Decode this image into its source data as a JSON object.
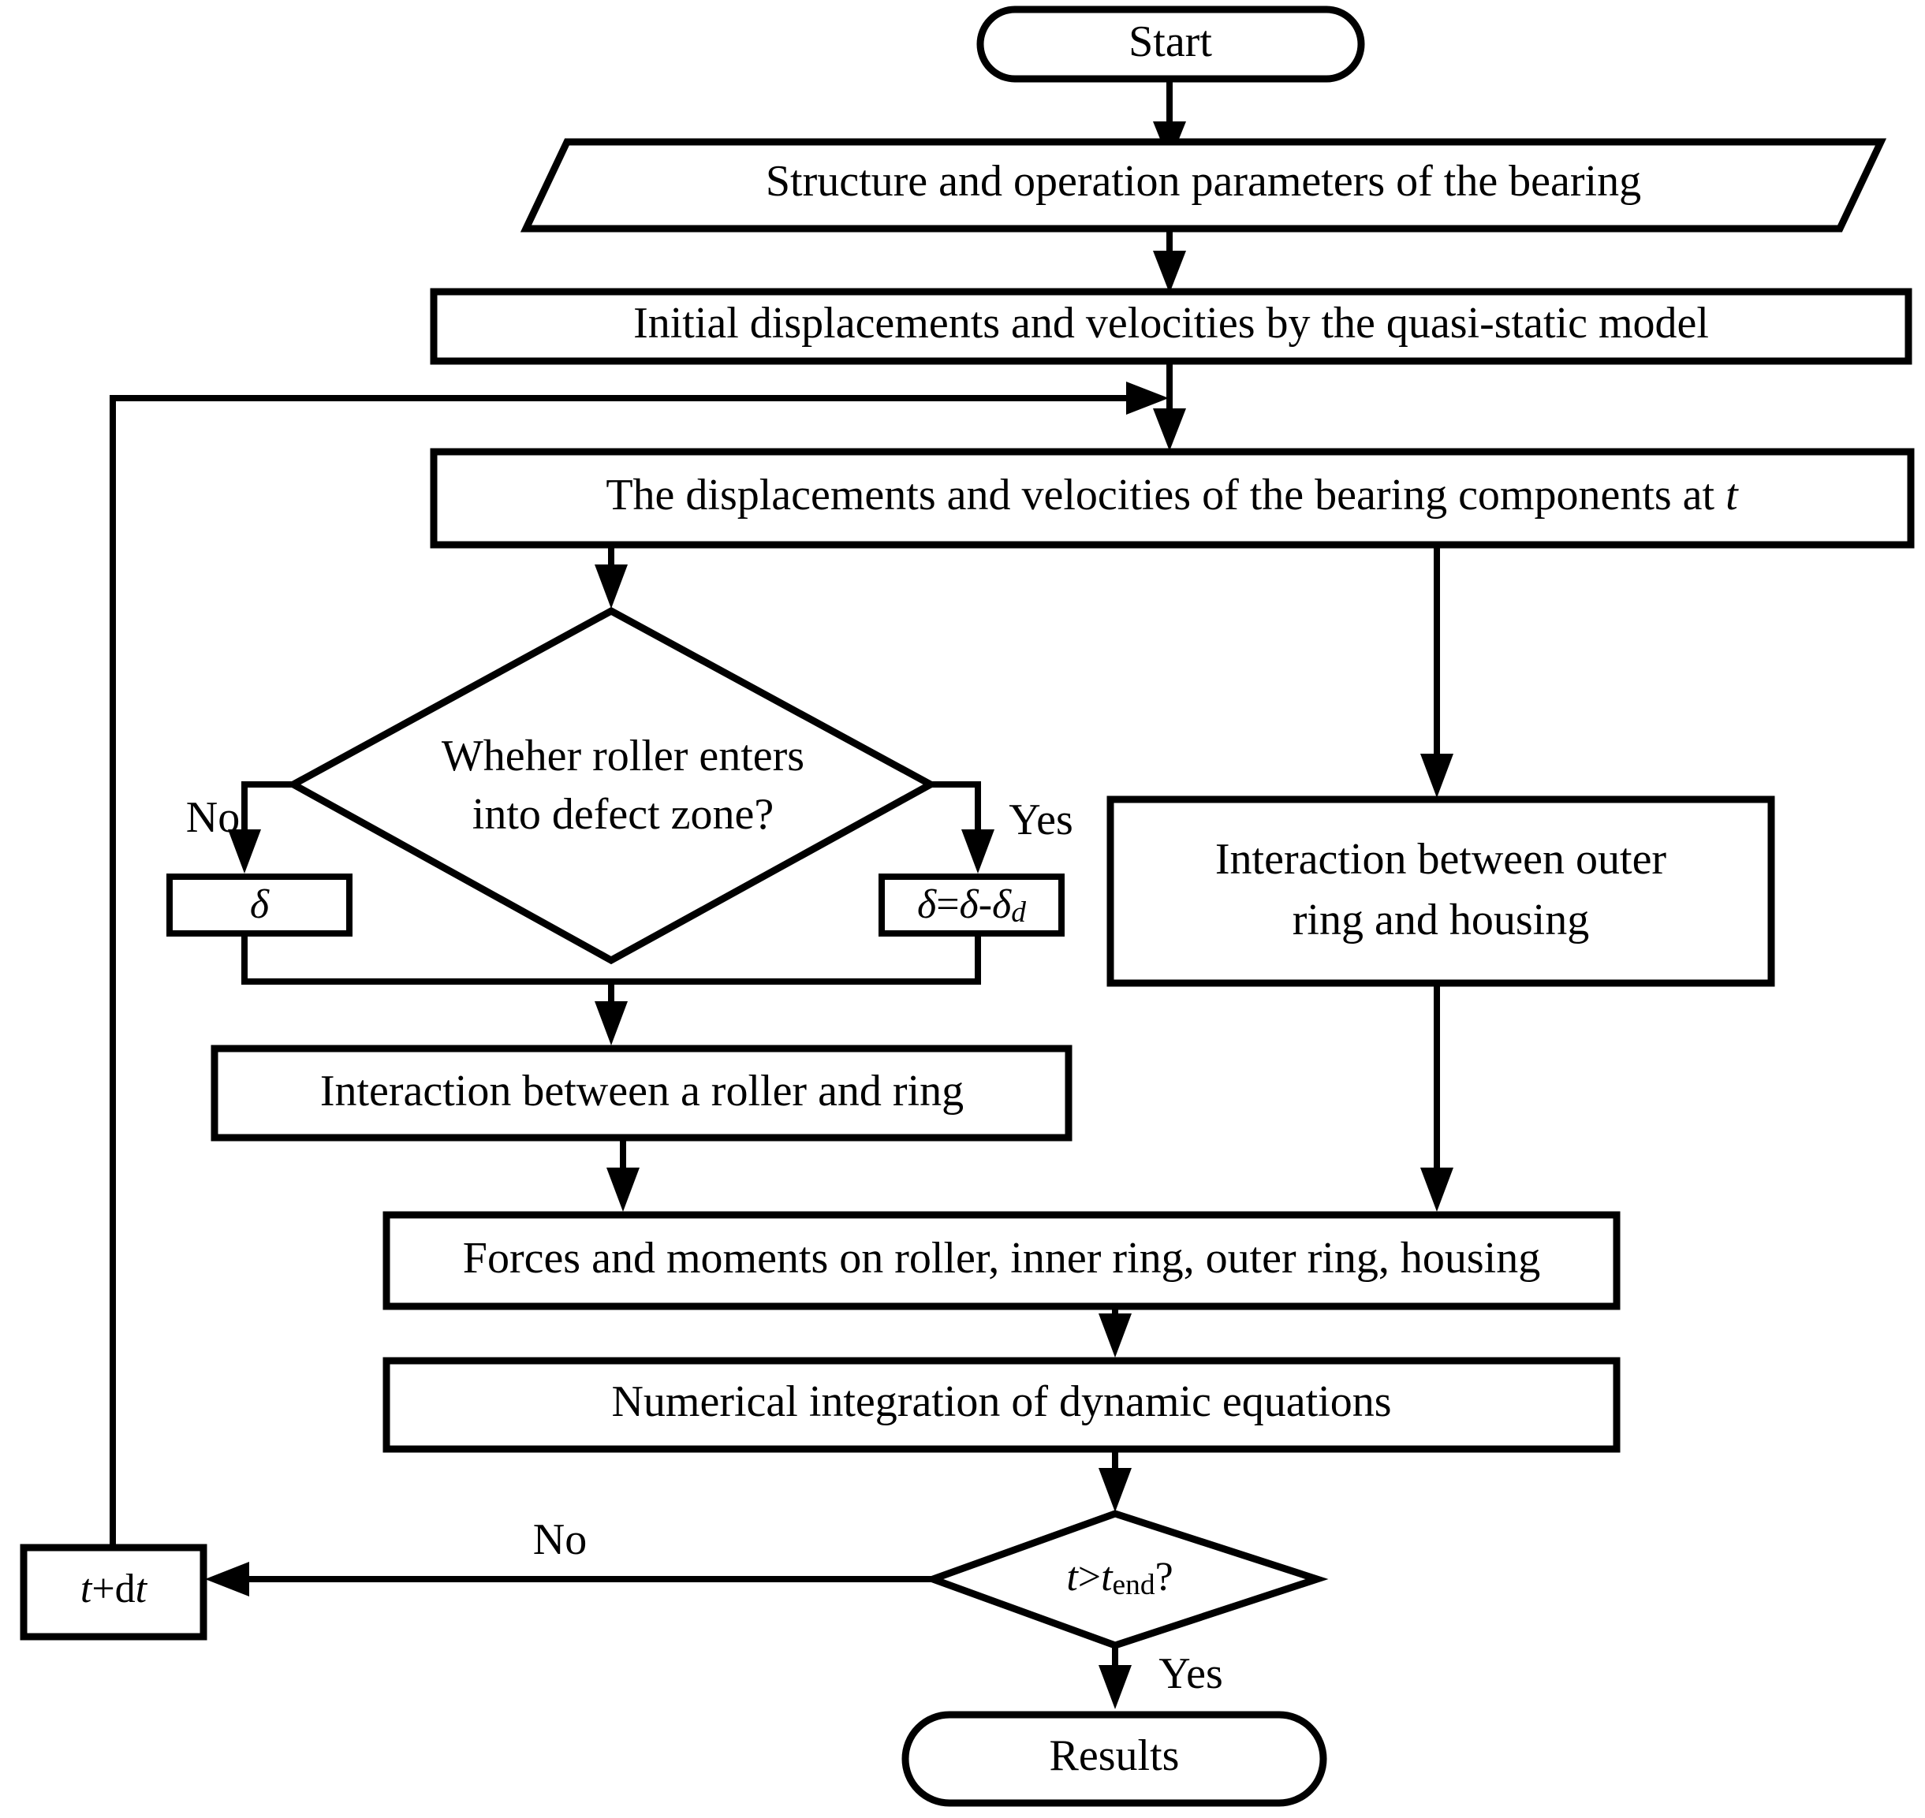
{
  "diagram": {
    "type": "flowchart",
    "title": "Bearing dynamic model simulation flowchart",
    "colors": {
      "stroke": "#000000",
      "fill": "#ffffff",
      "text": "#000000"
    },
    "nodes": {
      "start": {
        "label": "Start",
        "shape": "terminator"
      },
      "params": {
        "label": "Structure and operation parameters of the bearing",
        "shape": "parallelogram"
      },
      "initial": {
        "label": "Initial displacements and velocities by the quasi-static model",
        "shape": "process"
      },
      "state_at_t": {
        "label_part1": "The displacements and velocities of the bearing components at ",
        "label_var": "t",
        "shape": "process"
      },
      "decision_defect": {
        "line1": "Wheher roller  enters",
        "line2": "into defect zone?",
        "shape": "decision"
      },
      "delta_plain": {
        "label": "δ",
        "shape": "process"
      },
      "delta_defect": {
        "lhs": "δ",
        "eq": "=",
        "rhs1": "δ",
        "minus": "-",
        "rhs2": "δ",
        "rhs2_sub": "d",
        "shape": "process"
      },
      "outer_housing": {
        "line1": "Interaction between outer",
        "line2": "ring and housing",
        "shape": "process"
      },
      "roller_ring": {
        "label": "Interaction between a roller and ring",
        "shape": "process"
      },
      "forces": {
        "label": "Forces and moments on roller, inner ring, outer ring, housing",
        "shape": "process"
      },
      "integration": {
        "label": "Numerical integration of dynamic equations",
        "shape": "process"
      },
      "decision_time": {
        "var1": "t",
        "op": ">",
        "var2": "t",
        "var2_sub": "end",
        "q": "?",
        "shape": "decision"
      },
      "time_step": {
        "var1": "t",
        "plus": "+d",
        "var2": "t",
        "shape": "process"
      },
      "results": {
        "label": "Results",
        "shape": "terminator"
      }
    },
    "edge_labels": {
      "defect_no": "No",
      "defect_yes": "Yes",
      "time_no": "No",
      "time_yes": "Yes"
    }
  }
}
